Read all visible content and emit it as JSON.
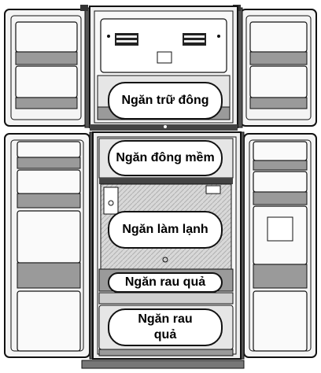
{
  "diagram": {
    "labels": {
      "freezer": "Ngăn trữ đông",
      "soft_freeze": "Ngăn đông mềm",
      "fridge": "Ngăn làm lạnh",
      "veg_drawer_1": "Ngăn rau quả",
      "veg_drawer_2": "Ngăn rau quả"
    }
  },
  "colors": {
    "line": "#111111",
    "panel": "#f2f2f2",
    "shade": "#9a9a9a",
    "label_bg": "#ffffff",
    "label_text": "#000000"
  }
}
